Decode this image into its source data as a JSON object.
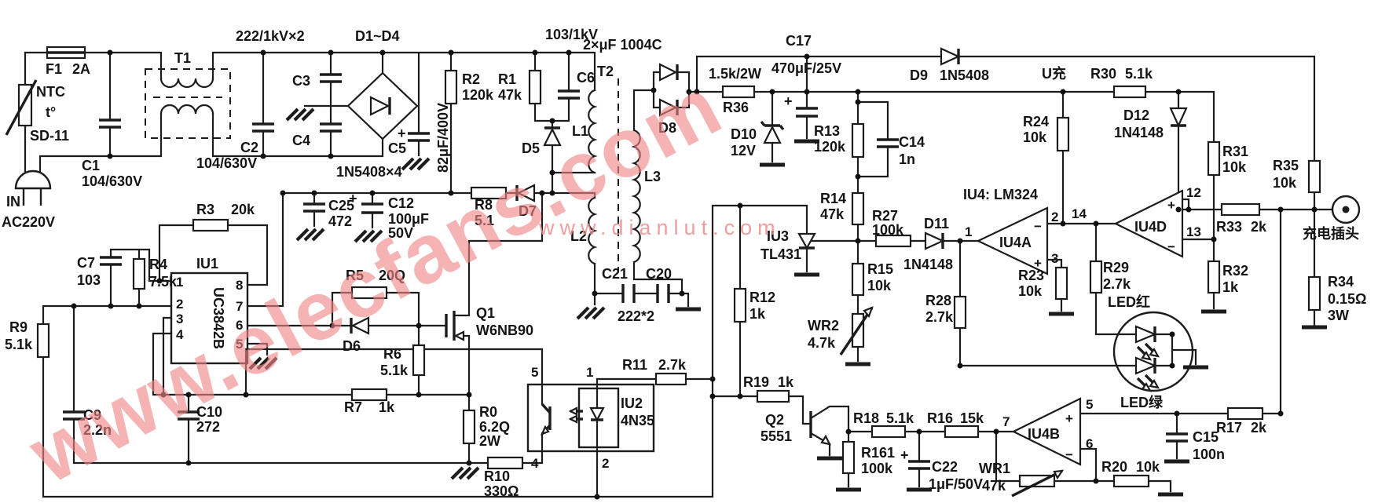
{
  "wm": {
    "large": "www.elecfans.com",
    "small": "www.dianlut.com"
  },
  "sym": {
    "plus": "+",
    "minus": "−"
  },
  "in": {
    "in": "IN",
    "ac": "AC220V",
    "f1": "F1",
    "f1v": "2A",
    "ntc": "NTC",
    "t": "t°",
    "sd": "SD-11",
    "c1": "C1",
    "c1v": "104/630V",
    "t1": "T1",
    "c2": "C2",
    "c2v": "104/630V",
    "cx": "222/1kV×2",
    "c3": "C3",
    "c4": "C4"
  },
  "rec": {
    "d14": "D1~D4",
    "dt": "1N5408×4",
    "c5": "C5",
    "c5v": "82μF/400V"
  },
  "pwm": {
    "r2": "R2",
    "r2v": "120k",
    "r1": "R1",
    "r1v": "47k",
    "c6": "C6",
    "c6v": "103/1kV",
    "d5": "D5",
    "d7": "D7",
    "r8": "R8",
    "r8v": "5.1",
    "r3": "R3",
    "r3v": "20k",
    "c7": "C7",
    "c7v": "103",
    "r4": "R4",
    "r4v": "7.5k",
    "iu1": "IU1",
    "iu1p": "UC3842B",
    "r9": "R9",
    "r9v": "5.1k",
    "c9": "C9",
    "c9v": "2.2n",
    "c10": "C10",
    "c10v": "272",
    "c25": "C25",
    "c25v": "472",
    "c12": "C12",
    "c12v": "100μF",
    "c12v2": "50V",
    "r5": "R5",
    "r5v": "20Q",
    "d6": "D6",
    "r6": "R6",
    "r6v": "5.1k",
    "r7": "R7",
    "r7v": "1k",
    "q1": "Q1",
    "q1p": "W6NB90",
    "r0": "R0",
    "r0v": "6.2Q",
    "r0w": "2W",
    "r10": "R10",
    "r10v": "330Ω",
    "p1": "1",
    "p2": "2",
    "p3": "3",
    "p4": "4",
    "p5": "5",
    "p6": "6",
    "p7": "7",
    "p8": "8"
  },
  "xf": {
    "t2": "T2",
    "l1": "L1",
    "l2": "L2",
    "l3": "L3",
    "c21": "C21",
    "c20": "C20",
    "cv": "222*2"
  },
  "sec": {
    "note": "2×μF 1004C",
    "d8": "D8",
    "r36": "R36",
    "r36v": "1.5k/2W",
    "d10": "D10",
    "d10v": "12V",
    "c17": "C17",
    "c17v": "470μF/25V",
    "d9": "D9",
    "d9p": "1N5408",
    "r13": "R13",
    "r13v": "120k",
    "c14": "C14",
    "c14v": "1n",
    "r14": "R14",
    "r14v": "47k",
    "r15": "R15",
    "r15v": "10k",
    "wr2": "WR2",
    "wr2v": "4.7k",
    "iu3": "IU3",
    "iu3p": "TL431",
    "r12": "R12",
    "r12v": "1k",
    "r11": "R11",
    "r11v": "2.7k",
    "r27": "R27",
    "r27v": "100k",
    "d11": "D11",
    "d11p": "1N4148"
  },
  "cmp": {
    "iu4": "IU4: LM324",
    "iu4a": "IU4A",
    "iu4d": "IU4D",
    "iu4b": "IU4B",
    "p1": "1",
    "p2": "2",
    "p3": "3",
    "p12": "12",
    "p13": "13",
    "p14": "14",
    "p5": "5",
    "p6": "6",
    "p7": "7",
    "r23": "R23",
    "r23v": "10k",
    "r28": "R28",
    "r28v": "2.7k",
    "r24": "R24",
    "r24v": "10k",
    "r29": "R29",
    "r29v": "2.7k",
    "uc": "U充",
    "r30": "R30",
    "r30v": "5.1k",
    "d12": "D12",
    "d12p": "1N4148",
    "r31": "R31",
    "r31v": "10k",
    "r32": "R32",
    "r32v": "1k",
    "r33": "R33",
    "r33v": "2k",
    "r35": "R35",
    "r35v": "10k"
  },
  "drv": {
    "r19": "R19",
    "r19v": "1k",
    "q2": "Q2",
    "q2p": "5551",
    "r18": "R18",
    "r18v": "5.1k",
    "r161": "R161",
    "r161v": "100k",
    "c22": "C22",
    "c22v": "1μF/50V",
    "r16": "R16",
    "r16v": "15k",
    "wr1": "WR1",
    "wr1v": "47k",
    "r20": "R20",
    "r20v": "10k",
    "iu2": "IU2",
    "iu2p": "4N35",
    "p1": "1",
    "p2": "2",
    "p4": "4",
    "p5": "5"
  },
  "led": {
    "red": "LED红",
    "green": "LED绿",
    "r17": "R17",
    "r17v": "2k",
    "c15": "C15",
    "c15v": "100n"
  },
  "out": {
    "plug": "充电插头",
    "r34": "R34",
    "r34v": "0.15Ω",
    "r34w": "3W"
  }
}
